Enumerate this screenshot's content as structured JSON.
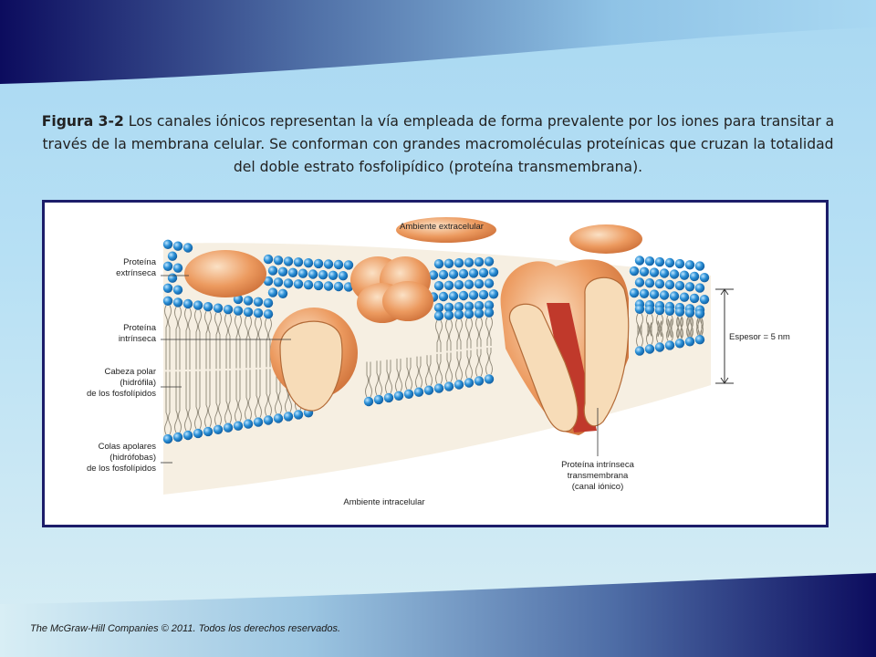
{
  "caption": {
    "figure_label": "Figura 3-2",
    "text": "Los canales iónicos representan la vía empleada de forma prevalente por los iones para transitar a través de la membrana celular. Se conforman con grandes macromoléculas proteínicas que cruzan la totalidad del doble estrato fosfolipídico (proteína transmembrana)."
  },
  "figure": {
    "top_label": "Ambiente extracelular",
    "bottom_label": "Ambiente intracelular",
    "left_labels": [
      [
        "Proteína",
        "extrínseca"
      ],
      [
        "Proteína",
        "intrínseca"
      ],
      [
        "Cabeza polar",
        "(hidrófila)",
        "de los fosfolípidos"
      ],
      [
        "Colas apolares",
        "(hidrófobas)",
        "de los fosfolípidos"
      ]
    ],
    "thickness_label": "Espesor = 5 nm",
    "channel_label": [
      "Proteína intrínseca",
      "transmembrana",
      "(canal iónico)"
    ],
    "colors": {
      "head": "#2a8fd6",
      "protein": "#e8955a",
      "protein_inner": "#f7dcb8",
      "channel": "#c0392b",
      "frame": "#1c1d6a"
    }
  },
  "footer": {
    "copyright": "The McGraw-Hill Companies © 2011. Todos los derechos reservados."
  }
}
